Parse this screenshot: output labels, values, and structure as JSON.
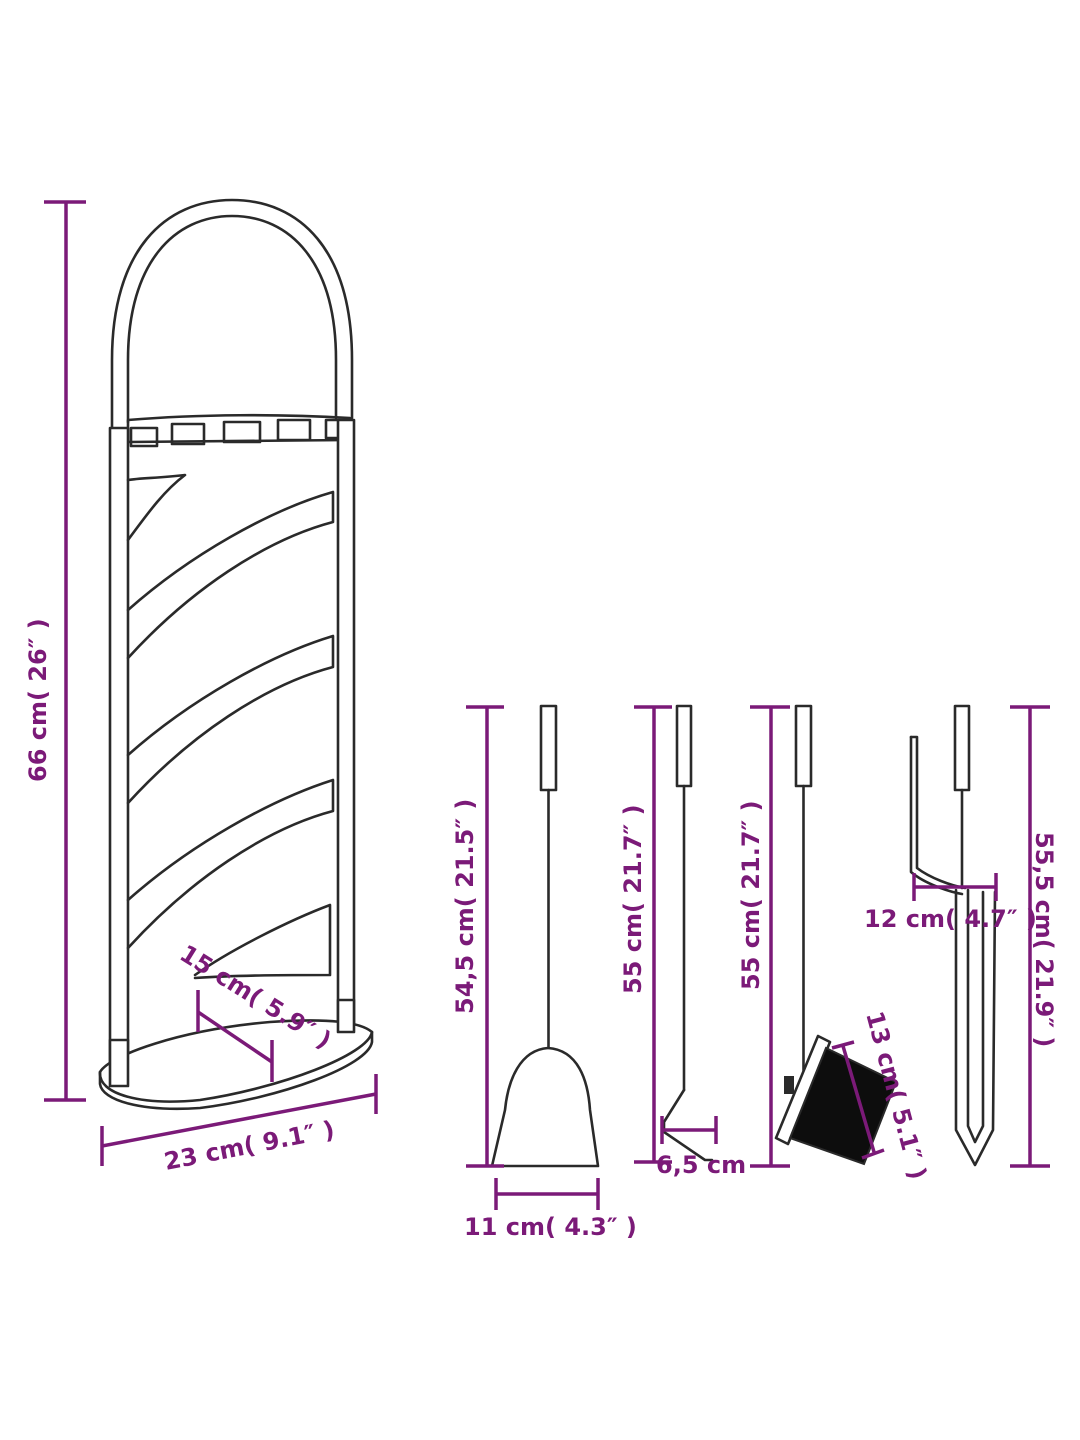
{
  "accent_color": "#7b1a78",
  "outline_color": "#2a2a2a",
  "labels": {
    "stand_height": "66 cm( 26″ )",
    "stand_width": "23 cm( 9.1″ )",
    "stand_depth": "15 cm( 5.9″ )",
    "shovel_height": "54,5 cm( 21.5″ )",
    "shovel_width": "11 cm( 4.3″ )",
    "poker_height": "55 cm( 21.7″ )",
    "poker_hook": "6,5 cm",
    "brush_height": "55 cm( 21.7″ )",
    "brush_width": "13 cm( 5.1″ )",
    "tongs_height": "55,5 cm( 21.9″ )",
    "tongs_width": "12 cm( 4.7″ )"
  }
}
